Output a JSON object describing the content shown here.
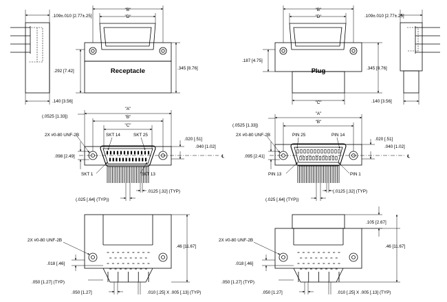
{
  "top_views": {
    "receptacle": {
      "title": "Receptacle",
      "dim_B": "\"B\"",
      "dim_D": "\"D\"",
      "height": ".345 [8.76]",
      "face_height": ".292 [7.42]",
      "side_width": ".109±.010 [2.77±.25]",
      "side_depth": ".140 [3.56]"
    },
    "plug": {
      "title": "Plug",
      "dim_B": "\"B\"",
      "dim_D": "\"D\"",
      "dim_C": "\"C\"",
      "height": ".345 [8.76]",
      "face_height": ".187 [4.75]",
      "side_width": ".109±.010 [2.77±.25]",
      "side_depth": ".140 [3.56]"
    }
  },
  "front_views": {
    "receptacle": {
      "dim_A": "\"A\"",
      "dim_B": "\"B\"",
      "dim_C": "\"C\"",
      "offset": "(.0525 [1.33])",
      "thread": "2X #0-80 UNF-2B",
      "pin_row": ".098 [2.49]",
      "lbl_tl": "SKT 14",
      "lbl_tr": "SKT 25",
      "lbl_bl": "SKT 1",
      "lbl_br": "SKT 13",
      "right_top": ".020 [.51]",
      "right_bot": ".040 [1.02]",
      "centerline": "℄",
      "pitch": "(.025 [.64] (TYP))",
      "pin_width": ".0125 [.32] (TYP)"
    },
    "plug": {
      "dim_A": "\"A\"",
      "dim_B": "\"B\"",
      "offset": "(.0525 [1.33])",
      "thread": "2X #0-80 UNF-2B",
      "pin_row": ".095 [2.41]",
      "lbl_tl": "PIN 25",
      "lbl_tr": "PIN 14",
      "lbl_bl": "PIN 13",
      "lbl_br": "PIN 1",
      "right_top": ".020 [.51]",
      "right_bot": ".040 [1.02]",
      "centerline": "℄",
      "pitch": "(.025 [.64] (TYP))",
      "pin_width": "(.0125 [.32] (TYP)"
    }
  },
  "bottom_views": {
    "receptacle": {
      "thread": "2X #0-80 UNF-2B",
      "height": ".46 [11.67]",
      "hole_offset": ".018 [.46]",
      "row_pitch": ".050 [1.27] (TYP)",
      "col_pitch": ".050 [1.27]",
      "pin_tol": ".010 [.25] X .005 [.13] (TYP)"
    },
    "plug": {
      "thread": "2X #0-80 UNF-2B",
      "height": ".46 [11.67]",
      "top_height": ".105 [2.67]",
      "hole_offset": ".018 [.46]",
      "row_pitch": ".050 [1.27] (TYP)",
      "col_pitch": ".050 [1.27]",
      "pin_tol": ".010 [.25] X .005 [.13] (TYP)"
    }
  }
}
